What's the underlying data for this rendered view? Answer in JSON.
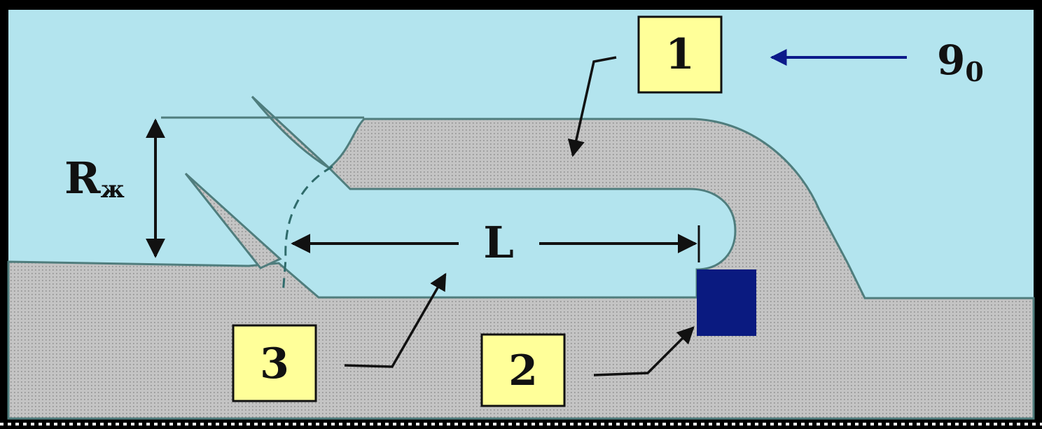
{
  "labels": {
    "callout_1": "1",
    "callout_2": "2",
    "callout_3": "3",
    "dimension_L": "L",
    "dimension_R": "R",
    "dimension_R_subscript": "ж",
    "flow": "9",
    "flow_subscript": "0"
  },
  "colors": {
    "water": "#b3e4ee",
    "soil": "#c4c4c4",
    "soil_dot": "#8f8f8f",
    "outline": "#4f7d7d",
    "callout_fill": "#ffff99",
    "block": "#0a1a80",
    "arrow": "#111111",
    "flow_arrow": "#0c1a8a",
    "frame": "#000000"
  }
}
